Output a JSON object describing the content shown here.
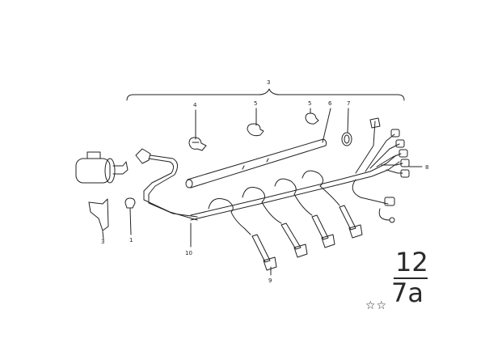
{
  "diagram": {
    "callouts": {
      "top_group": "3",
      "part_4": "4",
      "part_5a": "5",
      "part_5b": "5",
      "part_6": "6",
      "part_7": "7",
      "part_8": "8",
      "part_3_bracket": "3",
      "part_1": "1",
      "part_10": "10",
      "part_9": "9"
    },
    "reference": {
      "top": "12",
      "bottom": "7a",
      "stars": "☆☆"
    }
  }
}
